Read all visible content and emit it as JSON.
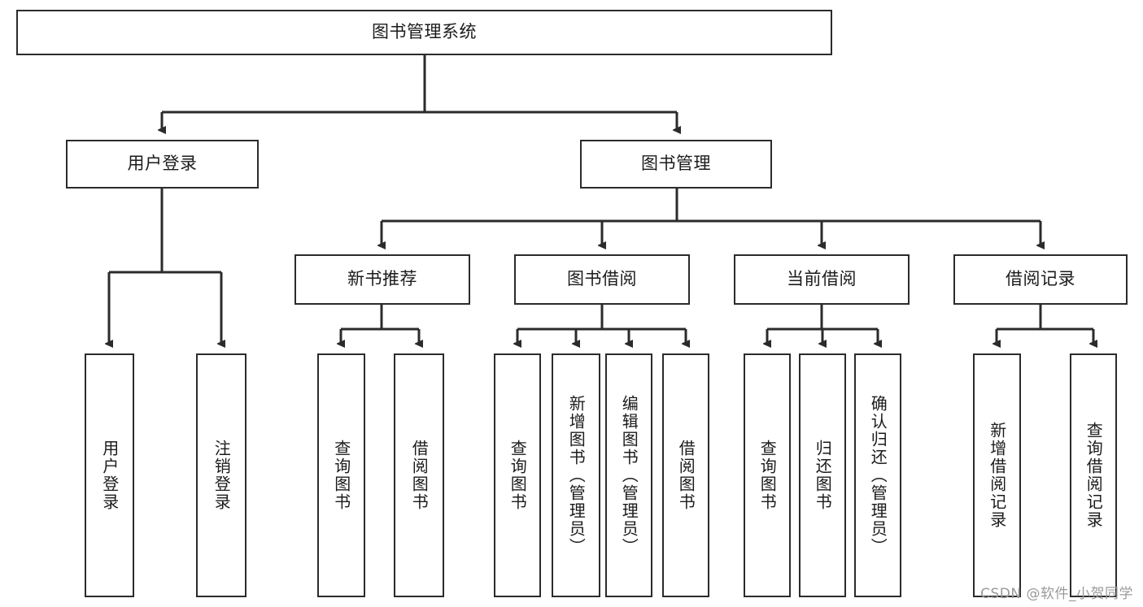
{
  "diagram": {
    "title": "图书管理系统",
    "root": {
      "label": "图书管理系统"
    },
    "level2": [
      {
        "label": "用户登录"
      },
      {
        "label": "图书管理"
      }
    ],
    "level3": [
      {
        "label": "新书推荐"
      },
      {
        "label": "图书借阅"
      },
      {
        "label": "当前借阅"
      },
      {
        "label": "借阅记录"
      }
    ],
    "leaves": {
      "user_login": [
        {
          "label": "用户登录"
        },
        {
          "label": "注销登录"
        }
      ],
      "new_book_recommend": [
        {
          "label": "查询图书"
        },
        {
          "label": "借阅图书"
        }
      ],
      "book_borrow": [
        {
          "label": "查询图书"
        },
        {
          "label": "新增图书（管理员）"
        },
        {
          "label": "编辑图书（管理员）"
        },
        {
          "label": "借阅图书"
        }
      ],
      "current_borrow": [
        {
          "label": "查询图书"
        },
        {
          "label": "归还图书"
        },
        {
          "label": "确认归还（管理员）"
        }
      ],
      "borrow_record": [
        {
          "label": "新增借阅记录"
        },
        {
          "label": "查询借阅记录"
        }
      ]
    }
  },
  "watermark": {
    "text": "CSDN @软件_小贺同学"
  },
  "colors": {
    "stroke": "#2b2b2b",
    "background": "#ffffff",
    "text": "#1b1b1b",
    "watermark": "#9a9a9a"
  }
}
